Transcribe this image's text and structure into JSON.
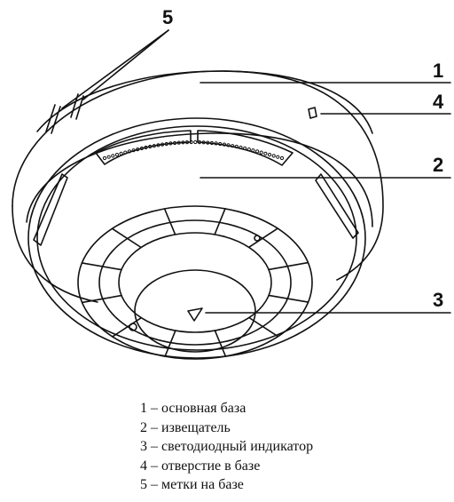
{
  "callouts": {
    "c1": "1",
    "c2": "2",
    "c3": "3",
    "c4": "4",
    "c5": "5"
  },
  "legend": [
    "1 – основная база",
    "2 – извещатель",
    "3 – светодиодный индикатор",
    "4 – отверстие в базе",
    "5 – метки на базе"
  ],
  "colors": {
    "ink": "#111111",
    "background": "#ffffff"
  }
}
